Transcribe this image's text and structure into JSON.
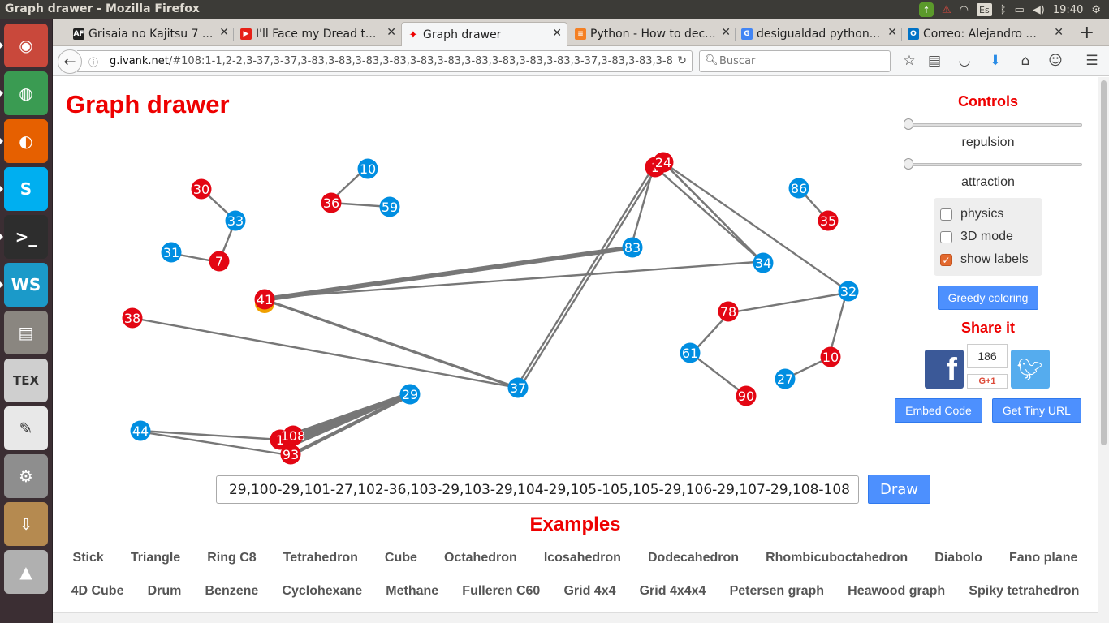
{
  "os": {
    "window_title": "Graph drawer - Mozilla Firefox",
    "keyboard_layout": "Es",
    "clock": "19:40"
  },
  "launcher": {
    "items": [
      {
        "name": "ubuntu-dash-icon",
        "color": "#c9483b",
        "glyph": "◉"
      },
      {
        "name": "chrome-icon",
        "color": "#3a9b52",
        "glyph": "◍"
      },
      {
        "name": "firefox-icon",
        "color": "#e66000",
        "glyph": "◐"
      },
      {
        "name": "skype-icon",
        "color": "#00aff0",
        "glyph": "S"
      },
      {
        "name": "terminal-icon",
        "color": "#2d2d2d",
        "glyph": ">_"
      },
      {
        "name": "webstorm-icon",
        "color": "#1b9ac9",
        "glyph": "WS"
      },
      {
        "name": "file-manager-icon",
        "color": "#8a8680",
        "glyph": "▤"
      },
      {
        "name": "texmaker-icon",
        "color": "#cfcfcf",
        "glyph": "TEX"
      },
      {
        "name": "pdf-reader-icon",
        "color": "#e8e8e8",
        "glyph": "✎"
      },
      {
        "name": "system-settings-icon",
        "color": "#8e8e8e",
        "glyph": "⚙"
      },
      {
        "name": "software-updater-icon",
        "color": "#b58a50",
        "glyph": "⇩"
      },
      {
        "name": "image-viewer-icon",
        "color": "#b0b0b0",
        "glyph": "▲"
      }
    ]
  },
  "browser": {
    "tabs": [
      {
        "label": "Grisaia no Kajitsu 7 ...",
        "fav": "AF",
        "fav_color": "#222"
      },
      {
        "label": "I'll Face my Dread t...",
        "fav": "▶",
        "fav_color": "#e62117"
      },
      {
        "label": "Graph drawer",
        "fav": "✦",
        "fav_color": "#e00"
      },
      {
        "label": "Python - How to dec...",
        "fav": "≡",
        "fav_color": "#f48024"
      },
      {
        "label": "desigualdad python...",
        "fav": "G",
        "fav_color": "#4285f4"
      },
      {
        "label": "Correo: Alejandro ...",
        "fav": "O",
        "fav_color": "#0072c6"
      }
    ],
    "url_domain": "g.ivank.net",
    "url_path": "/#108:1-1,2-2,3-37,3-37,3-83,3-83,3-83,3-83,3-83,3-83,3-83,3-83,3-83,3-83,3-37,3-83,3-83,3-8",
    "search_placeholder": "Buscar"
  },
  "page": {
    "title": "Graph drawer",
    "controls_title": "Controls",
    "repulsion_label": "repulsion",
    "attraction_label": "attraction",
    "repulsion_value": 0,
    "attraction_value": 0,
    "physics_label": "physics",
    "physics_checked": false,
    "mode3d_label": "3D mode",
    "mode3d_checked": false,
    "labels_label": "show labels",
    "labels_checked": true,
    "greedy_button": "Greedy coloring",
    "share_title": "Share it",
    "gplus_count": "186",
    "gplus_label": "G+1",
    "embed_button": "Embed Code",
    "tinyurl_button": "Get Tiny URL",
    "edge_input_value": "29,100-29,101-27,102-36,103-29,103-29,104-29,105-105,105-29,106-29,107-29,108-108",
    "draw_button": "Draw",
    "examples_title": "Examples",
    "examples_row1": [
      "Stick",
      "Triangle",
      "Ring C8",
      "Tetrahedron",
      "Cube",
      "Octahedron",
      "Icosahedron",
      "Dodecahedron",
      "Rhombicuboctahedron",
      "Diabolo",
      "Fano plane"
    ],
    "examples_row2": [
      "4D Cube",
      "Drum",
      "Benzene",
      "Cyclohexane",
      "Methane",
      "Fulleren C60",
      "Grid 4x4",
      "Grid 4x4x4",
      "Petersen graph",
      "Heawood graph",
      "Spiky tetrahedron"
    ]
  },
  "graph": {
    "colors": {
      "red": "#e30613",
      "blue": "#008ee1",
      "orange": "#f0a000"
    },
    "nodes": [
      {
        "label": "30",
        "color": "red"
      },
      {
        "label": "33",
        "color": "blue"
      },
      {
        "label": "31",
        "color": "blue"
      },
      {
        "label": "7",
        "color": "red"
      },
      {
        "label": "10",
        "color": "blue"
      },
      {
        "label": "36",
        "color": "red"
      },
      {
        "label": "59",
        "color": "blue"
      },
      {
        "label": "1",
        "color": "red"
      },
      {
        "label": "24",
        "color": "red"
      },
      {
        "label": "83",
        "color": "blue"
      },
      {
        "label": "34",
        "color": "blue"
      },
      {
        "label": "86",
        "color": "blue"
      },
      {
        "label": "35",
        "color": "red"
      },
      {
        "label": "32",
        "color": "blue"
      },
      {
        "label": "41",
        "color": "red"
      },
      {
        "label": "38",
        "color": "red"
      },
      {
        "label": "78",
        "color": "red"
      },
      {
        "label": "61",
        "color": "blue"
      },
      {
        "label": "10",
        "color": "red"
      },
      {
        "label": "27",
        "color": "blue"
      },
      {
        "label": "90",
        "color": "red"
      },
      {
        "label": "37",
        "color": "blue"
      },
      {
        "label": "29",
        "color": "blue"
      },
      {
        "label": "44",
        "color": "blue"
      },
      {
        "label": "1",
        "color": "red"
      },
      {
        "label": "108",
        "color": "red"
      },
      {
        "label": "93",
        "color": "red"
      }
    ]
  }
}
